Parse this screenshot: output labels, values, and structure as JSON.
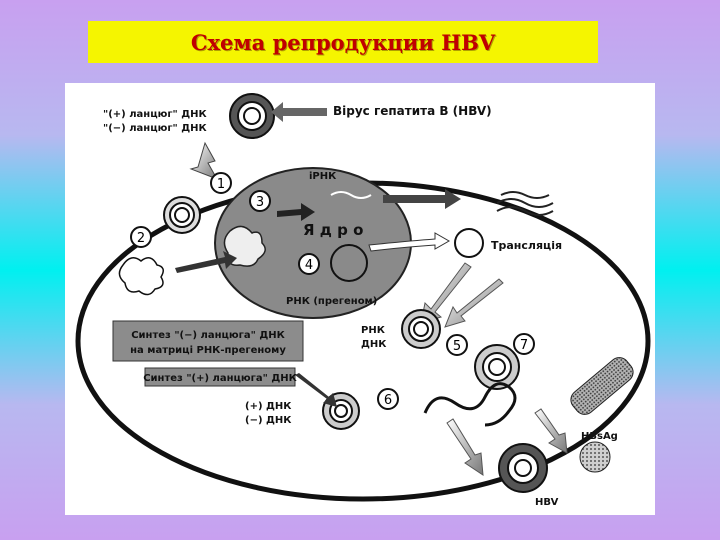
{
  "title": "Схема репродукции HBV",
  "diagram": {
    "label_plus_dna_top": "\"(+) ланцюг\" ДНК",
    "label_minus_dna_top": "\"(−) ланцюг\" ДНК",
    "label_virus": "Вірус гепатита В (HBV)",
    "label_irna": "іРНК",
    "label_nucleus": "Я д р о",
    "label_rna_pregenome": "РНК (прегеном)",
    "label_translation": "Трансляція",
    "label_rna": "РНК",
    "label_dna": "ДНК",
    "synth_minus_line1": "Синтез \"(−) ланцюга\" ДНК",
    "synth_minus_line2": "на матриці РНК-прегеному",
    "synth_plus": "Синтез \"(+) ланцюга\" ДНК",
    "label_plus_dna_bottom": "(+) ДНК",
    "label_minus_dna_bottom": "(−) ДНК",
    "label_hbsag": "HBsAg",
    "label_hbv": "HBV",
    "steps": [
      "1",
      "2",
      "3",
      "4",
      "5",
      "6",
      "7"
    ]
  }
}
